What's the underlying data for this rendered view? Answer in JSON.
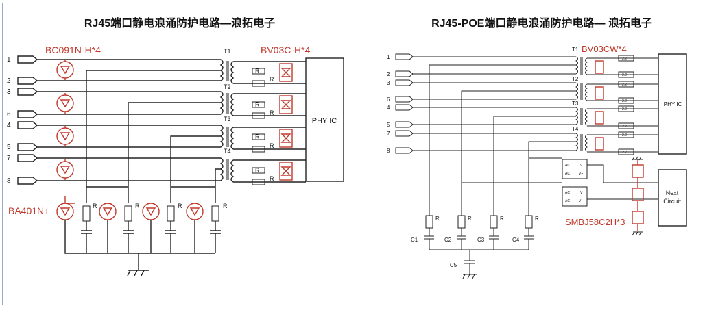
{
  "left": {
    "title": "RJ45端口静电浪涌防护电路—浪拓电子",
    "labels": {
      "bc091n": "BC091N-H*4",
      "bv03c": "BV03C-H*4",
      "ba401n": "BA401N+",
      "phy": "PHY IC",
      "t1": "T1",
      "t2": "T2",
      "t3": "T3",
      "t4": "T4",
      "r": "R"
    },
    "pins": [
      "1",
      "2",
      "3",
      "6",
      "4",
      "5",
      "7",
      "8"
    ]
  },
  "right": {
    "title": "RJ45-POE端口静电浪涌防护电路— 浪拓电子",
    "labels": {
      "bv03cw": "BV03CW*4",
      "smbj": "SMBJ58C2H*3",
      "phy": "PHY IC",
      "next": "Next",
      "circuit": "Circuit",
      "t1": "T1",
      "t2": "T2",
      "t3": "T3",
      "t4": "T4",
      "r": "R",
      "c1": "C1",
      "c2": "C2",
      "c3": "C3",
      "c4": "C4",
      "c5": "C5",
      "res": "2.2",
      "ac": "AC",
      "v": "V",
      "vplus": "V+",
      "vminus": "V-"
    },
    "pins": [
      "1",
      "2",
      "3",
      "6",
      "4",
      "5",
      "7",
      "8"
    ]
  }
}
